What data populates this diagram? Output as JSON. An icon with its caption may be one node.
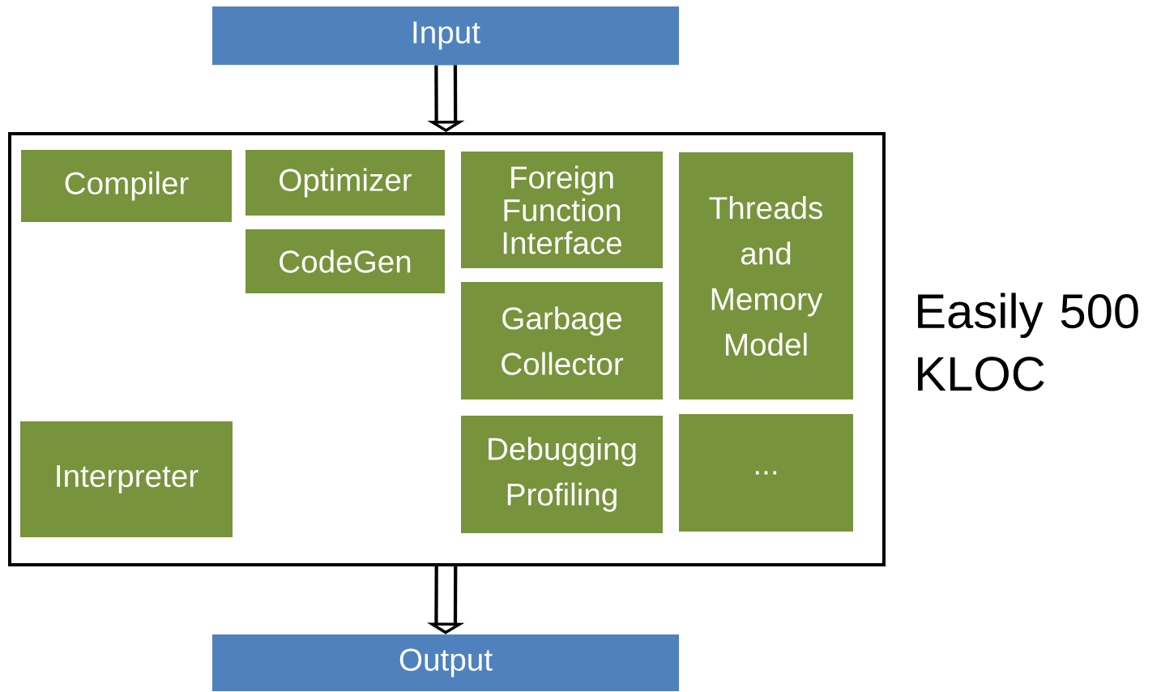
{
  "diagram": {
    "nodes": [
      {
        "text": [
          "Input"
        ]
      },
      {
        "text": [],
        "shape": "box"
      },
      {
        "text": [
          "Compiler"
        ],
        "in": 1
      },
      {
        "text": [
          "Optimizer"
        ],
        "in": 1
      },
      {
        "text": [
          "CodeGen"
        ],
        "in": 1
      },
      {
        "text": [
          "Foreign Function Interface"
        ],
        "in": 1
      },
      {
        "text": [
          "Threads and Memory Model"
        ],
        "in": 1
      },
      {
        "text": [
          "Garbage Collector"
        ],
        "in": 1
      },
      {
        "text": [
          "Interpreter"
        ],
        "in": 1
      },
      {
        "text": [
          "Debugging Profiling"
        ],
        "in": 1
      },
      {
        "text": [
          "..."
        ],
        "in": 1
      },
      {
        "text": [
          "Output"
        ]
      }
    ],
    "edges": [
      {
        "from": 0,
        "to": 1,
        "arrow": "to"
      },
      {
        "from": 1,
        "to": 11,
        "arrow": "to"
      }
    ],
    "labels": [
      "Easily 500 KLOC"
    ]
  }
}
